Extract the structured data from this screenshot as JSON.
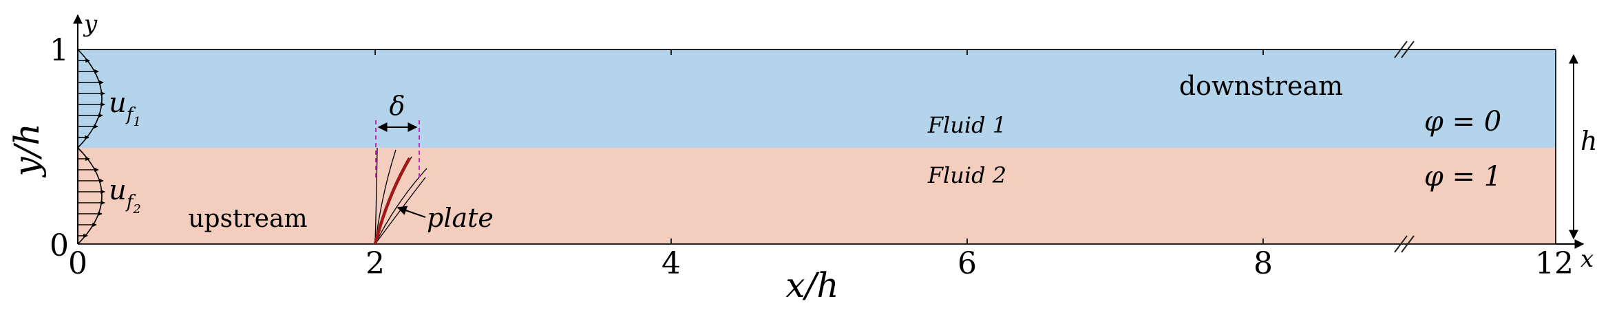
{
  "axes": {
    "x_label": "x/h",
    "y_label": "y/h",
    "x_arrow_label": "x",
    "y_arrow_label": "y",
    "x_ticks": [
      "0",
      "2",
      "4",
      "6",
      "8",
      "12"
    ],
    "y_ticks": [
      "0",
      "1"
    ]
  },
  "regions": {
    "fluid1": {
      "label": "Fluid 1",
      "phase": "φ = 0",
      "color": "#b3d4ea"
    },
    "fluid2": {
      "label": "Fluid 2",
      "phase": "φ = 1",
      "color": "#f3cdbd"
    }
  },
  "labels": {
    "upstream": "upstream",
    "downstream": "downstream",
    "plate": "plate",
    "delta": "δ",
    "height": "h",
    "u1_main": "u",
    "u1_sub": "f",
    "u1_subsub": "1",
    "u2_main": "u",
    "u2_sub": "f",
    "u2_subsub": "2"
  },
  "colors": {
    "plate": "#a01818",
    "delta_marker": "#d020c8",
    "outline": "#222222"
  }
}
